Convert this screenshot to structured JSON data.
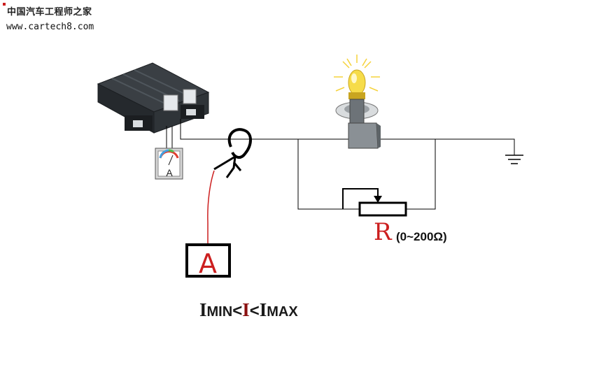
{
  "watermark": {
    "site_name": "中国汽车工程师之家",
    "url": "www.cartech8.com"
  },
  "ammeter_small": {
    "label": "A"
  },
  "ammeter_large": {
    "label": "A"
  },
  "resistor": {
    "symbol": "R",
    "range": "(0~200Ω)"
  },
  "formula": {
    "i_min_main": "I",
    "i_min_sub": "MIN",
    "lt1": "<",
    "i": "I",
    "lt2": "<",
    "i_max_main": "I",
    "i_max_sub": "MAX"
  },
  "colors": {
    "wire": "#000000",
    "probe_wire": "#cc1f1f",
    "r_label": "#cc1f1f",
    "bulb_glow": "#f5d23a",
    "ecu_body": "#2b2f33"
  }
}
